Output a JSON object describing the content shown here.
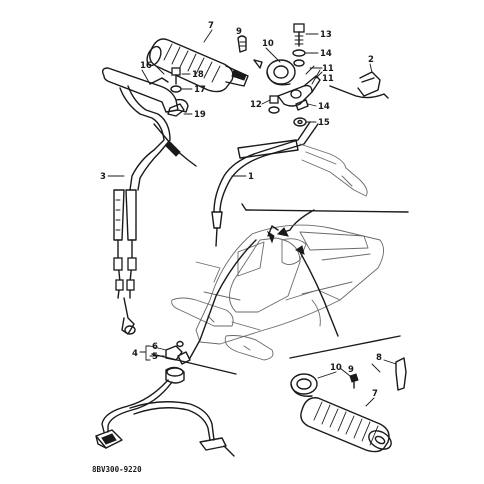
{
  "diagram": {
    "part_code": "8BV300-9220",
    "callouts": {
      "c7_top": "7",
      "c9_top": "9",
      "c10_top": "10",
      "c13": "13",
      "c14_top": "14",
      "c11_a": "11",
      "c11_b": "11",
      "c2": "2",
      "c16": "16",
      "c18": "18",
      "c17": "17",
      "c19": "19",
      "c12": "12",
      "c14_mid": "14",
      "c15": "15",
      "c1": "1",
      "c3": "3",
      "c6": "6",
      "c5": "5",
      "c4": "4",
      "c8": "8",
      "c10_bottom": "10",
      "c9_bottom": "9",
      "c7_bottom": "7"
    }
  }
}
